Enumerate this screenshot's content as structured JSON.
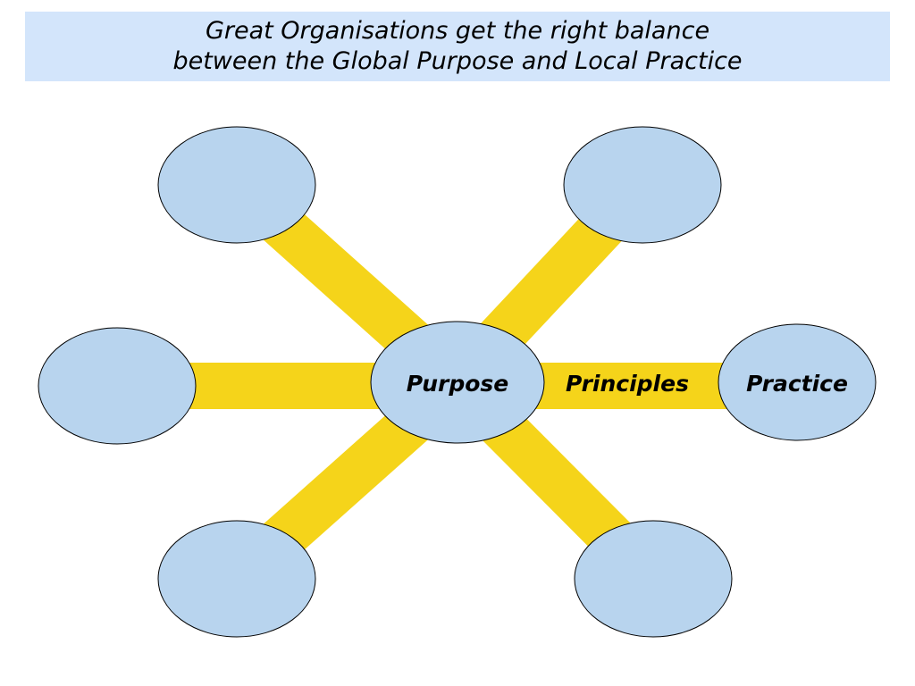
{
  "title": {
    "line1": "Great Organisations get the right balance",
    "line2": "between the Global Purpose and Local Practice"
  },
  "diagram": {
    "center_label": "Purpose",
    "connector_label": "Principles",
    "right_label": "Practice",
    "colors": {
      "node_fill": "#b8d4ee",
      "connector": "#f5d41a",
      "banner": "#d3e5fb"
    }
  }
}
